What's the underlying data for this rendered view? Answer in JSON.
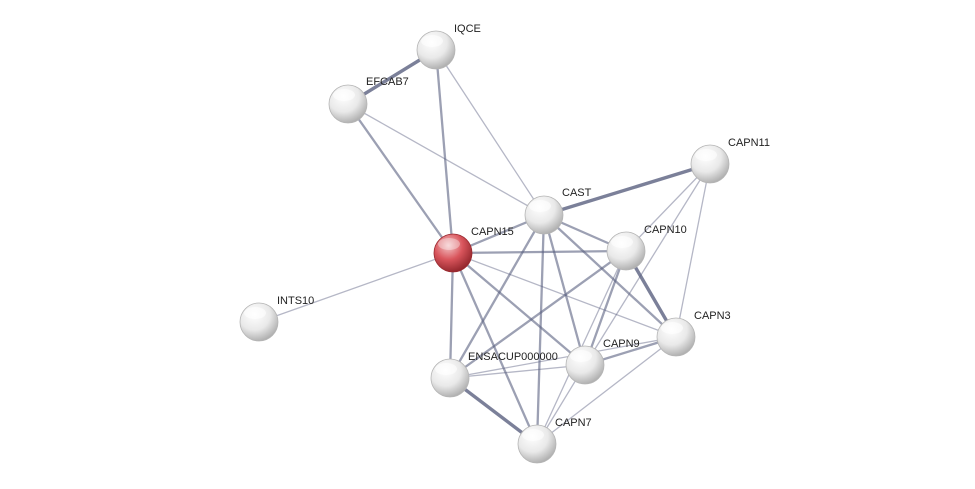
{
  "network": {
    "nodes": [
      {
        "id": "IQCE",
        "label": "IQCE",
        "query": false
      },
      {
        "id": "EFCAB7",
        "label": "EFCAB7",
        "query": false
      },
      {
        "id": "CAPN11",
        "label": "CAPN11",
        "query": false
      },
      {
        "id": "CAST",
        "label": "CAST",
        "query": false
      },
      {
        "id": "CAPN15",
        "label": "CAPN15",
        "query": true
      },
      {
        "id": "CAPN10",
        "label": "CAPN10",
        "query": false
      },
      {
        "id": "INTS10",
        "label": "INTS10",
        "query": false
      },
      {
        "id": "CAPN3",
        "label": "CAPN3",
        "query": false
      },
      {
        "id": "ENSACUP",
        "label": "ENSACUP000000",
        "query": false
      },
      {
        "id": "CAPN9",
        "label": "CAPN9",
        "query": false
      },
      {
        "id": "CAPN7",
        "label": "CAPN7",
        "query": false
      }
    ],
    "edges": [
      [
        "IQCE",
        "EFCAB7",
        3
      ],
      [
        "IQCE",
        "CAPN15",
        2
      ],
      [
        "IQCE",
        "CAST",
        1
      ],
      [
        "EFCAB7",
        "CAPN15",
        2
      ],
      [
        "EFCAB7",
        "CAST",
        1
      ],
      [
        "CAPN11",
        "CAST",
        3
      ],
      [
        "CAPN11",
        "CAPN10",
        1
      ],
      [
        "CAPN11",
        "CAPN3",
        1
      ],
      [
        "CAPN11",
        "CAPN9",
        1
      ],
      [
        "CAST",
        "CAPN15",
        2
      ],
      [
        "CAST",
        "CAPN10",
        2
      ],
      [
        "CAST",
        "CAPN3",
        2
      ],
      [
        "CAST",
        "CAPN9",
        2
      ],
      [
        "CAST",
        "CAPN7",
        2
      ],
      [
        "CAST",
        "ENSACUP",
        2
      ],
      [
        "CAPN15",
        "CAPN10",
        2
      ],
      [
        "CAPN15",
        "INTS10",
        1
      ],
      [
        "CAPN15",
        "ENSACUP",
        2
      ],
      [
        "CAPN15",
        "CAPN9",
        2
      ],
      [
        "CAPN15",
        "CAPN7",
        2
      ],
      [
        "CAPN15",
        "CAPN3",
        1
      ],
      [
        "CAPN10",
        "CAPN3",
        3
      ],
      [
        "CAPN10",
        "CAPN9",
        2
      ],
      [
        "CAPN10",
        "ENSACUP",
        2
      ],
      [
        "CAPN10",
        "CAPN7",
        1
      ],
      [
        "CAPN3",
        "CAPN9",
        2
      ],
      [
        "CAPN3",
        "CAPN7",
        1
      ],
      [
        "CAPN3",
        "ENSACUP",
        1
      ],
      [
        "ENSACUP",
        "CAPN9",
        1
      ],
      [
        "ENSACUP",
        "CAPN7",
        3
      ],
      [
        "CAPN9",
        "CAPN7",
        1
      ]
    ],
    "colors": {
      "query_node": "#d9555c",
      "other_node": "#e8e8e8",
      "edge": "#5a6080"
    }
  }
}
